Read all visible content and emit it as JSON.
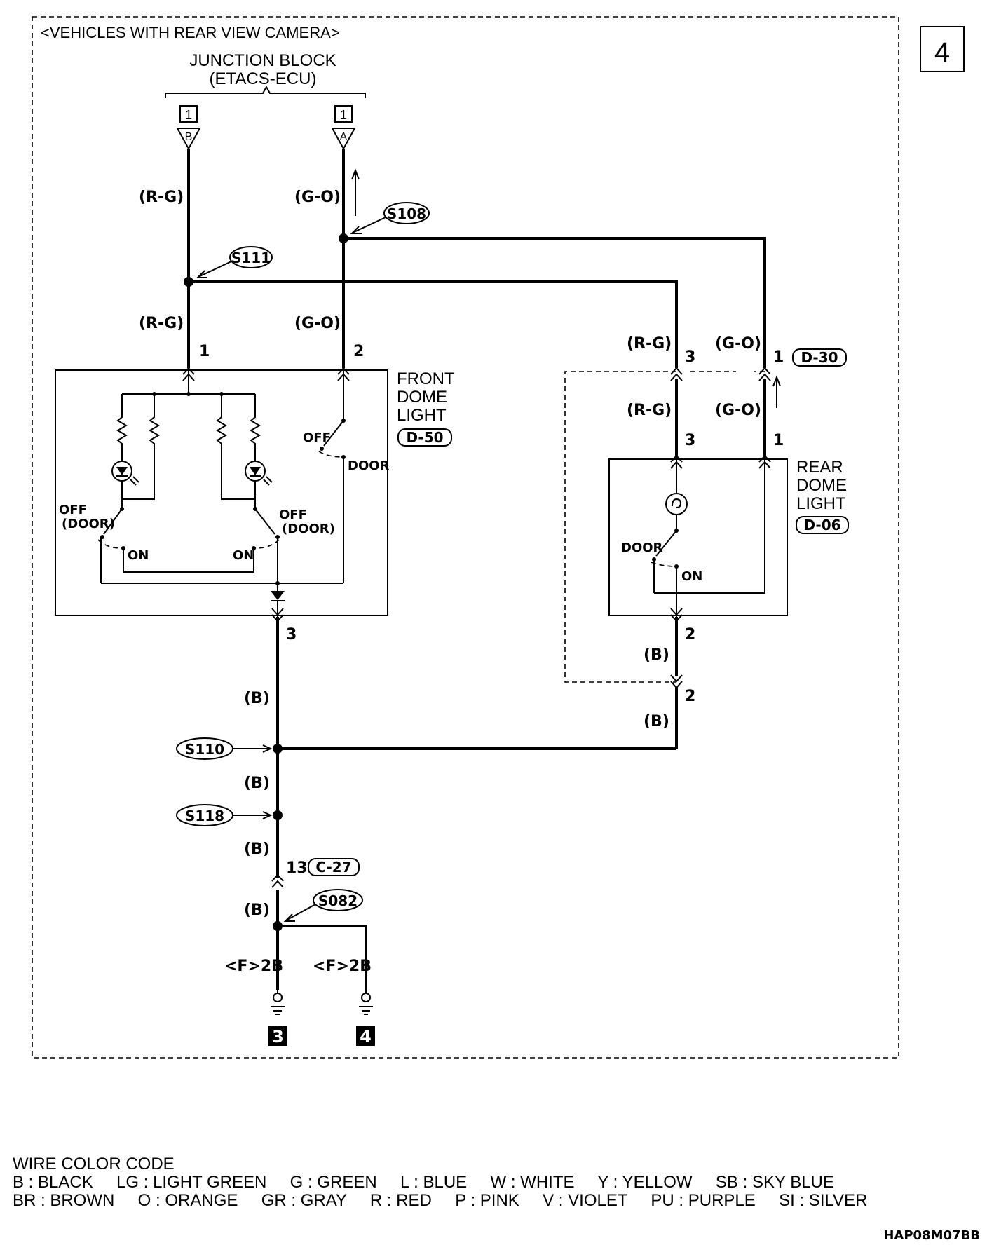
{
  "page_number": "4",
  "frame_title": "<VEHICLES WITH REAR VIEW CAMERA>",
  "junction_block": {
    "name": "JUNCTION BLOCK",
    "sub": "(ETACS-ECU)"
  },
  "jb_pins": [
    {
      "box": "1",
      "pin": "B"
    },
    {
      "box": "1",
      "pin": "A"
    }
  ],
  "wire_colors": {
    "rg": "(R-G)",
    "go": "(G-O)",
    "b": "(B)"
  },
  "splices": {
    "s108": "S108",
    "s111": "S111",
    "s110": "S110",
    "s118": "S118",
    "s082": "S082"
  },
  "front_dome": {
    "title": [
      "FRONT",
      "DOME",
      "LIGHT"
    ],
    "connector": "D-50",
    "pins": {
      "p1": "1",
      "p2": "2",
      "p3": "3"
    },
    "door_switch": {
      "off": "OFF",
      "door": "DOOR"
    },
    "lamp_switch_left": {
      "off": "OFF",
      "door": "(DOOR)",
      "on": "ON"
    },
    "lamp_switch_right": {
      "off": "OFF",
      "door": "(DOOR)",
      "on": "ON"
    }
  },
  "rear_dome": {
    "title": [
      "REAR",
      "DOME",
      "LIGHT"
    ],
    "connector": "D-06",
    "pins": {
      "p1": "1",
      "p2": "2",
      "p3": "3"
    },
    "switch": {
      "door": "DOOR",
      "on": "ON"
    }
  },
  "intermediate_connector": {
    "name": "D-30",
    "pin1": "1",
    "pin2": "2",
    "pin3": "3"
  },
  "c27": {
    "pin": "13",
    "name": "C-27"
  },
  "grounds": {
    "label": "<F>2B",
    "g3": "3",
    "g4": "4"
  },
  "legend": {
    "title": "WIRE COLOR CODE",
    "row1": "B : BLACK     LG : LIGHT GREEN     G : GREEN     L : BLUE     W : WHITE     Y : YELLOW     SB : SKY BLUE",
    "row2": "BR : BROWN     O : ORANGE     GR : GRAY     R : RED     P : PINK     V : VIOLET     PU : PURPLE     SI : SILVER"
  },
  "drawing_code": "HAP08M07BB"
}
